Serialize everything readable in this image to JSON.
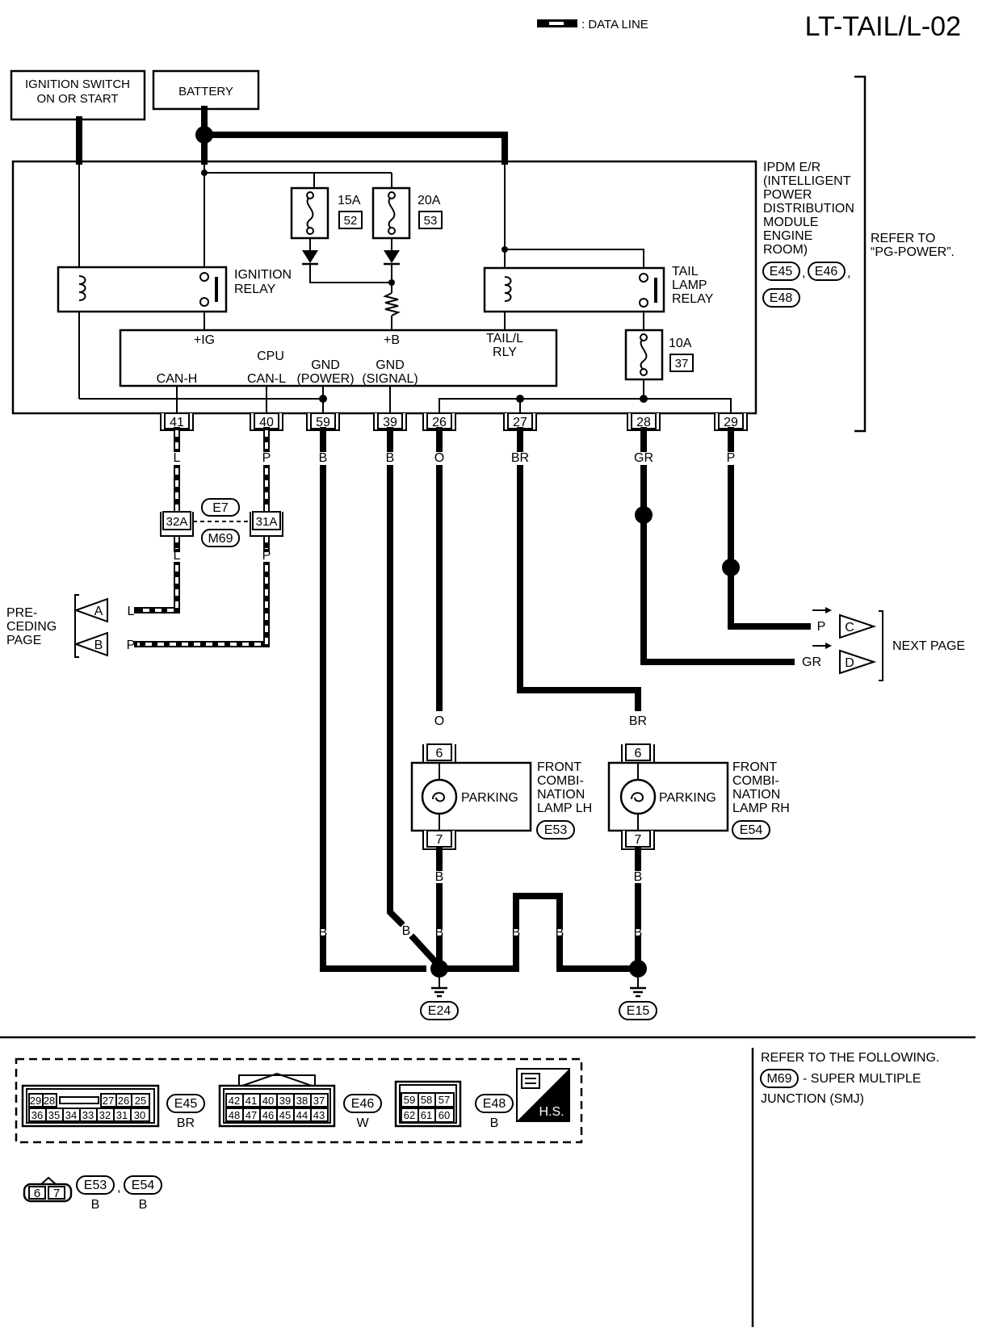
{
  "header": {
    "data_line_label": ": DATA LINE",
    "page_title": "LT-TAIL/L-02"
  },
  "sources": {
    "ignition_l1": "IGNITION SWITCH",
    "ignition_l2": "ON OR START",
    "battery": "BATTERY"
  },
  "ipdm": {
    "name_lines": [
      "IPDM E/R",
      "(INTELLIGENT",
      "POWER",
      "DISTRIBUTION",
      "MODULE",
      "ENGINE",
      "ROOM)"
    ],
    "connectors": [
      "E45",
      "E46",
      "E48"
    ],
    "refer_l1": "REFER TO",
    "refer_l2": "“PG-POWER”.",
    "fuses": [
      {
        "rating": "15A",
        "number": "52"
      },
      {
        "rating": "20A",
        "number": "53"
      },
      {
        "rating": "10A",
        "number": "37"
      }
    ],
    "ignition_relay": [
      "IGNITION",
      "RELAY"
    ],
    "tail_lamp_relay": [
      "TAIL",
      "LAMP",
      "RELAY"
    ],
    "cpu": {
      "title": "CPU",
      "ig": "+IG",
      "b": "+B",
      "tail_rly_l1": "TAIL/L",
      "tail_rly_l2": "RLY",
      "can_h": "CAN-H",
      "can_l": "CAN-L",
      "gnd_power_l1": "GND",
      "gnd_power_l2": "(POWER)",
      "gnd_signal_l1": "GND",
      "gnd_signal_l2": "(SIGNAL)"
    },
    "terminals": [
      {
        "pin": "41",
        "color": "L"
      },
      {
        "pin": "40",
        "color": "P"
      },
      {
        "pin": "59",
        "color": "B"
      },
      {
        "pin": "39",
        "color": "B"
      },
      {
        "pin": "26",
        "color": "O"
      },
      {
        "pin": "27",
        "color": "BR"
      },
      {
        "pin": "28",
        "color": "GR"
      },
      {
        "pin": "29",
        "color": "P"
      }
    ]
  },
  "joint": {
    "pins": [
      "32A",
      "31A"
    ],
    "connectors": [
      "E7",
      "M69"
    ],
    "wire_colors": [
      "L",
      "P"
    ]
  },
  "preceding": {
    "label": [
      "PRE-",
      "CEDING",
      "PAGE"
    ],
    "arrows": [
      {
        "letter": "A",
        "color": "L"
      },
      {
        "letter": "B",
        "color": "P"
      }
    ]
  },
  "next": {
    "label": "NEXT PAGE",
    "arrows": [
      {
        "letter": "C",
        "color": "P"
      },
      {
        "letter": "D",
        "color": "GR"
      }
    ]
  },
  "lamps": [
    {
      "in_color": "O",
      "pin_in": "6",
      "pin_out": "7",
      "out_color": "B",
      "element": "PARKING",
      "name": [
        "FRONT",
        "COMBI-",
        "NATION",
        "LAMP LH"
      ],
      "connector": "E53"
    },
    {
      "in_color": "BR",
      "pin_in": "6",
      "pin_out": "7",
      "out_color": "B",
      "element": "PARKING",
      "name": [
        "FRONT",
        "COMBI-",
        "NATION",
        "LAMP RH"
      ],
      "connector": "E54"
    }
  ],
  "ground_wires": [
    "B",
    "B",
    "B",
    "B",
    "B",
    "B"
  ],
  "grounds": [
    "E24",
    "E15"
  ],
  "connector_views": {
    "e45_top": [
      "29",
      "28",
      "27",
      "26",
      "25"
    ],
    "e45_bottom": [
      "36",
      "35",
      "34",
      "33",
      "32",
      "31",
      "30"
    ],
    "e45_id": "E45",
    "e45_color": "BR",
    "e46_top": [
      "42",
      "41",
      "40",
      "39",
      "38",
      "37"
    ],
    "e46_bottom": [
      "48",
      "47",
      "46",
      "45",
      "44",
      "43"
    ],
    "e46_id": "E46",
    "e46_color": "W",
    "e48_top": [
      "59",
      "58",
      "57"
    ],
    "e48_bottom": [
      "62",
      "61",
      "60"
    ],
    "e48_id": "E48",
    "e48_color": "B",
    "hs_label": "H.S.",
    "lamp_conn_pins": [
      "6",
      "7"
    ],
    "lamp_conn_ids": [
      "E53",
      "E54"
    ],
    "lamp_conn_colors": [
      "B",
      "B"
    ]
  },
  "refer_note": {
    "l1": "REFER TO THE FOLLOWING.",
    "badge": "M69",
    "l2": "- SUPER MULTIPLE",
    "l3": "JUNCTION (SMJ)"
  }
}
